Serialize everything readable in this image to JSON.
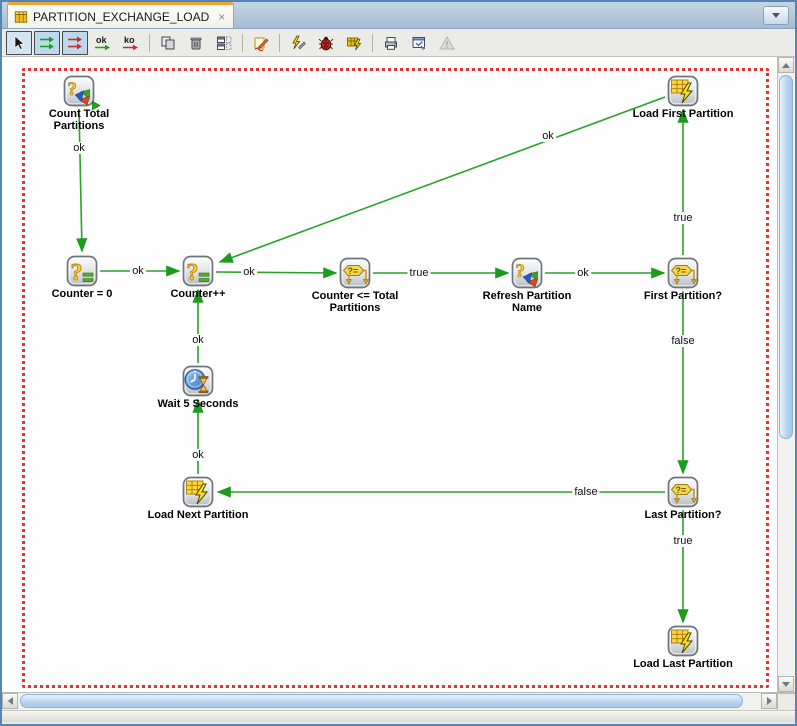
{
  "tab": {
    "title": "PARTITION_EXCHANGE_LOAD",
    "close_glyph": "×"
  },
  "toolbar": {
    "ok_text": "ok",
    "ko_text": "ko",
    "items": [
      {
        "name": "select-pointer-tool",
        "state": "selected"
      },
      {
        "name": "next-step-on-success-tool",
        "state": "toggled"
      },
      {
        "name": "next-step-on-failure-tool",
        "state": "toggled"
      },
      {
        "name": "ok-link-tool"
      },
      {
        "name": "ko-link-tool"
      },
      {
        "name": "duplicate-selection"
      },
      {
        "name": "delete-selection"
      },
      {
        "name": "organize-diagram"
      },
      {
        "name": "edit-step"
      },
      {
        "name": "execute-edit"
      },
      {
        "name": "debug"
      },
      {
        "name": "generate-scenario"
      },
      {
        "name": "print"
      },
      {
        "name": "report"
      },
      {
        "name": "errors-warning",
        "state": "disabled"
      }
    ]
  },
  "canvas": {
    "nodes": [
      {
        "id": "count-total",
        "type": "refresh-variable",
        "label": "Count Total Partitions",
        "start_step": true
      },
      {
        "id": "load-first",
        "type": "interface-load",
        "label": "Load First Partition"
      },
      {
        "id": "counter-0",
        "type": "set-variable",
        "label": "Counter = 0"
      },
      {
        "id": "counter-inc",
        "type": "set-variable",
        "label": "Counter++"
      },
      {
        "id": "counter-le",
        "type": "evaluate-variable",
        "label": "Counter <= Total Partitions"
      },
      {
        "id": "refresh-name",
        "type": "refresh-variable",
        "label": "Refresh Partition Name"
      },
      {
        "id": "first-q",
        "type": "evaluate-variable",
        "label": "First Partition?"
      },
      {
        "id": "wait-5",
        "type": "wait",
        "label": "Wait 5 Seconds"
      },
      {
        "id": "load-next",
        "type": "interface-load",
        "label": "Load Next Partition"
      },
      {
        "id": "last-q",
        "type": "evaluate-variable",
        "label": "Last Partition?"
      },
      {
        "id": "load-last",
        "type": "interface-load",
        "label": "Load Last Partition"
      }
    ],
    "edges": [
      {
        "from": "count-total",
        "to": "counter-0",
        "label": "ok"
      },
      {
        "from": "counter-0",
        "to": "counter-inc",
        "label": "ok"
      },
      {
        "from": "counter-inc",
        "to": "counter-le",
        "label": "ok"
      },
      {
        "from": "counter-le",
        "to": "refresh-name",
        "label": "true"
      },
      {
        "from": "refresh-name",
        "to": "first-q",
        "label": "ok"
      },
      {
        "from": "first-q",
        "to": "load-first",
        "label": "true"
      },
      {
        "from": "load-first",
        "to": "counter-inc",
        "label": "ok"
      },
      {
        "from": "first-q",
        "to": "last-q",
        "label": "false"
      },
      {
        "from": "last-q",
        "to": "load-next",
        "label": "false"
      },
      {
        "from": "load-next",
        "to": "wait-5",
        "label": "ok"
      },
      {
        "from": "wait-5",
        "to": "counter-inc",
        "label": "ok"
      },
      {
        "from": "last-q",
        "to": "load-last",
        "label": "true"
      }
    ]
  },
  "colors": {
    "edge_green": "#2aa22a",
    "selection_border_red": "#e83232",
    "tab_accent_orange": "#eda33c",
    "scroll_thumb_blue": "#b6d2ec"
  }
}
